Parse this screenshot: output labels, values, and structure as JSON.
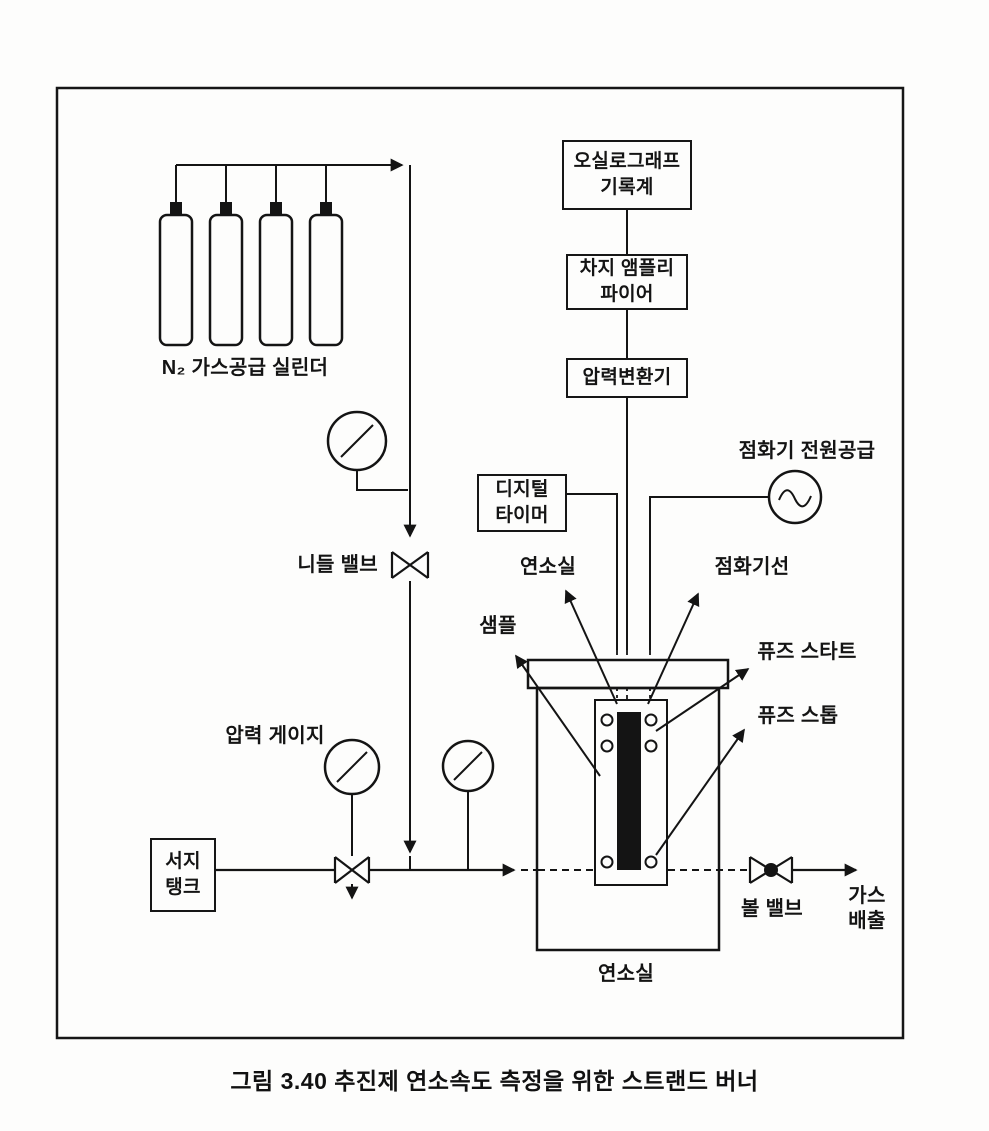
{
  "page": {
    "caption": "그림 3.40  추진제 연소속도 측정을 위한 스트랜드 버너"
  },
  "labels": {
    "n2_supply": "N₂ 가스공급 실린더",
    "needle_valve": "니들 밸브",
    "pressure_gauge": "압력 게이지",
    "igniter_power_supply": "점화기 전원공급",
    "combustion_chamber_pointer": "연소실",
    "igniter_wire": "점화기선",
    "sample": "샘플",
    "fuse_start": "퓨즈 스타트",
    "fuse_stop": "퓨즈 스톱",
    "ball_valve": "볼 밸브",
    "combustion_chamber_caption": "연소실",
    "gas_outlet": {
      "line1": "가스",
      "line2": "배출"
    }
  },
  "boxes": {
    "oscillograph": {
      "line1": "오실로그래프",
      "line2": "기록계"
    },
    "charge_amplifier": {
      "line1": "차지 앰플리",
      "line2": "파이어"
    },
    "pressure_transducer": {
      "label": "압력변환기"
    },
    "digital_timer": {
      "line1": "디지털",
      "line2": "타이머"
    },
    "surge_tank": {
      "line1": "서지",
      "line2": "탱크"
    }
  }
}
